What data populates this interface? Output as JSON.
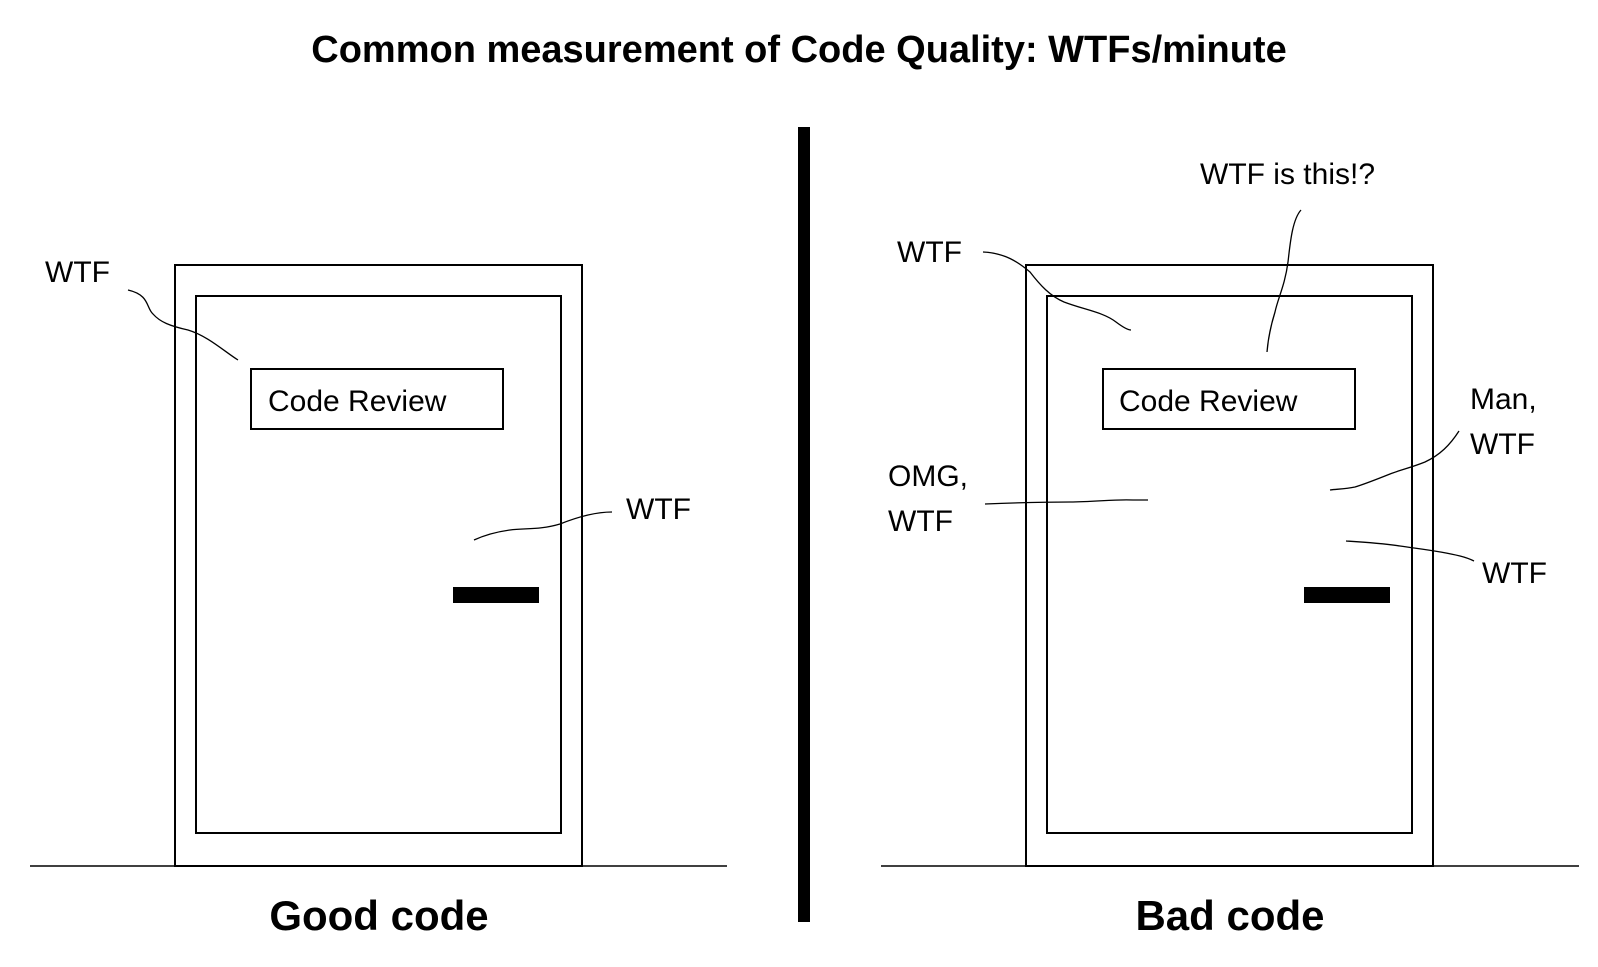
{
  "title": "Common measurement of Code Quality: WTFs/minute",
  "panels": {
    "good": {
      "caption": "Good code",
      "sign": "Code Review",
      "exclamations": [
        "WTF",
        "WTF"
      ]
    },
    "bad": {
      "caption": "Bad code",
      "sign": "Code Review",
      "exclamations": {
        "top": "WTF is this!?",
        "upper_left": "WTF",
        "omg_line1": "OMG,",
        "omg_line2": "WTF",
        "man_line1": "Man,",
        "man_line2": "WTF",
        "lower_right": "WTF"
      }
    }
  }
}
